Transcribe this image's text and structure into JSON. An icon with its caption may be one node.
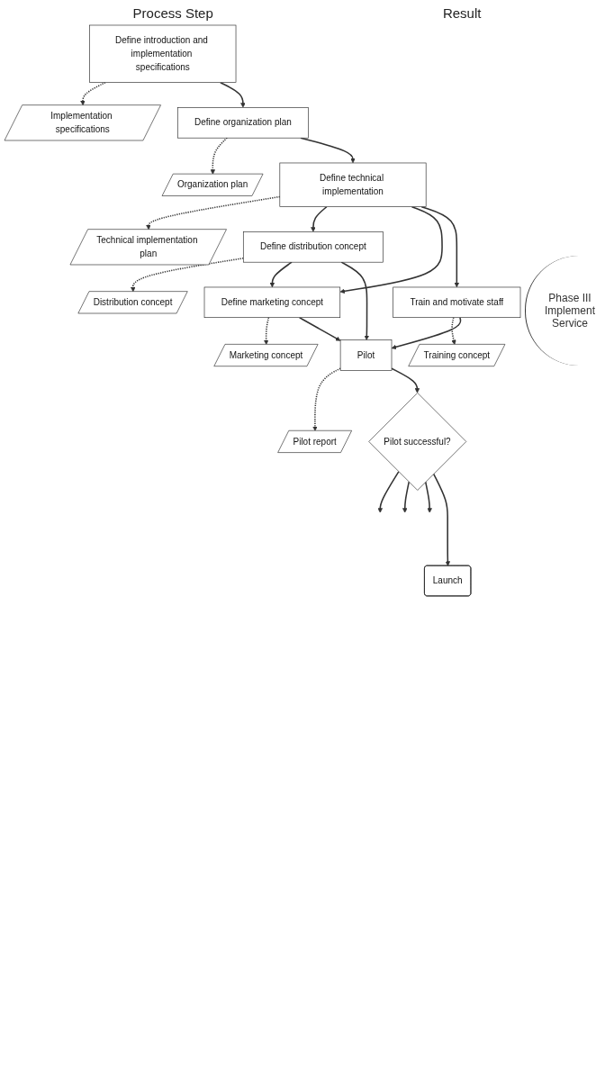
{
  "diagram": {
    "nodes": [
      {
        "text": [
          "Define introduction and implementation specifications"
        ]
      },
      {
        "text": [
          "Implementation specifications"
        ]
      },
      {
        "text": [
          "Define organization plan"
        ]
      },
      {
        "text": [
          "Organization plan"
        ]
      },
      {
        "text": [
          "Define technical implementation"
        ]
      },
      {
        "text": [
          "Technical implementation plan"
        ]
      },
      {
        "text": [
          "Define distribution concept"
        ]
      },
      {
        "text": [
          "Distribution concept"
        ]
      },
      {
        "text": [
          "Define marketing concept"
        ]
      },
      {
        "text": [
          "Marketing concept"
        ]
      },
      {
        "text": [
          "Train and motivate staff"
        ]
      },
      {
        "text": [
          "Training concept"
        ]
      },
      {
        "text": [
          "Pilot"
        ]
      },
      {
        "text": [
          "Pilot report"
        ]
      },
      {
        "text": [
          "Pilot successful?"
        ]
      },
      {
        "text": [
          "Launch"
        ]
      }
    ],
    "edges": [
      {
        "from": 0,
        "to": 1,
        "arrow": "to",
        "style": "dashed"
      },
      {
        "from": 0,
        "to": 2,
        "arrow": "to"
      },
      {
        "from": 2,
        "to": 3,
        "arrow": "to",
        "style": "dashed"
      },
      {
        "from": 2,
        "to": 4,
        "arrow": "to"
      },
      {
        "from": 4,
        "to": 5,
        "arrow": "to",
        "style": "dashed"
      },
      {
        "from": 4,
        "to": 6,
        "arrow": "to"
      },
      {
        "from": 4,
        "to": 8,
        "arrow": "to"
      },
      {
        "from": 4,
        "to": 10,
        "arrow": "to"
      },
      {
        "from": 6,
        "to": 7,
        "arrow": "to",
        "style": "dashed"
      },
      {
        "from": 6,
        "to": 8,
        "arrow": "to"
      },
      {
        "from": 6,
        "to": 12,
        "arrow": "to"
      },
      {
        "from": 8,
        "to": 9,
        "arrow": "to",
        "style": "dashed"
      },
      {
        "from": 8,
        "to": 12,
        "arrow": "to"
      },
      {
        "from": 10,
        "to": 11,
        "arrow": "to",
        "style": "dashed"
      },
      {
        "from": 10,
        "to": 12,
        "arrow": "to"
      },
      {
        "from": 12,
        "to": 13,
        "arrow": "to",
        "style": "dashed"
      },
      {
        "from": 12,
        "to": 14,
        "arrow": "to"
      },
      {
        "from": 14,
        "to": null,
        "arrow": "to"
      },
      {
        "from": 14,
        "to": null,
        "arrow": "to"
      },
      {
        "from": 14,
        "to": null,
        "arrow": "to"
      },
      {
        "from": 14,
        "to": 15,
        "arrow": "to"
      }
    ],
    "labels": [
      "Process Step",
      "Result",
      "Phase III Implement Service"
    ]
  }
}
